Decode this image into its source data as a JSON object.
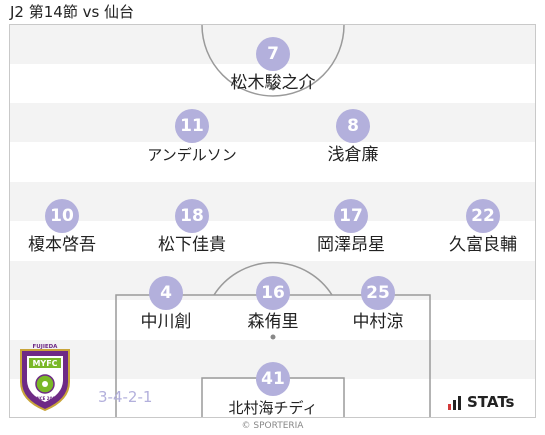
{
  "title": "J2 第14節 vs 仙台",
  "formation": "3-4-2-1",
  "players": [
    {
      "number": "7",
      "name": "松木駿之介"
    },
    {
      "number": "11",
      "name": "アンデルソン"
    },
    {
      "number": "8",
      "name": "浅倉廉"
    },
    {
      "number": "10",
      "name": "榎本啓吾"
    },
    {
      "number": "18",
      "name": "松下佳貴"
    },
    {
      "number": "17",
      "name": "岡澤昂星"
    },
    {
      "number": "22",
      "name": "久富良輔"
    },
    {
      "number": "4",
      "name": "中川創"
    },
    {
      "number": "16",
      "name": "森侑里"
    },
    {
      "number": "25",
      "name": "中村涼"
    },
    {
      "number": "41",
      "name": "北村海チディ"
    }
  ],
  "logo": {
    "top_text": "FUJIEDA",
    "center_text": "MYFC",
    "bottom_text": "SINCE 2009",
    "colors": {
      "purple": "#6e2a86",
      "green": "#7ab827",
      "gold": "#c9a53a"
    }
  },
  "brand": {
    "stats": "STATs",
    "copyright": "© SPORTERIA"
  },
  "colors": {
    "badge": "#b3b0dc",
    "stripe": "#f3f3f3",
    "line": "#9a9a9a"
  }
}
